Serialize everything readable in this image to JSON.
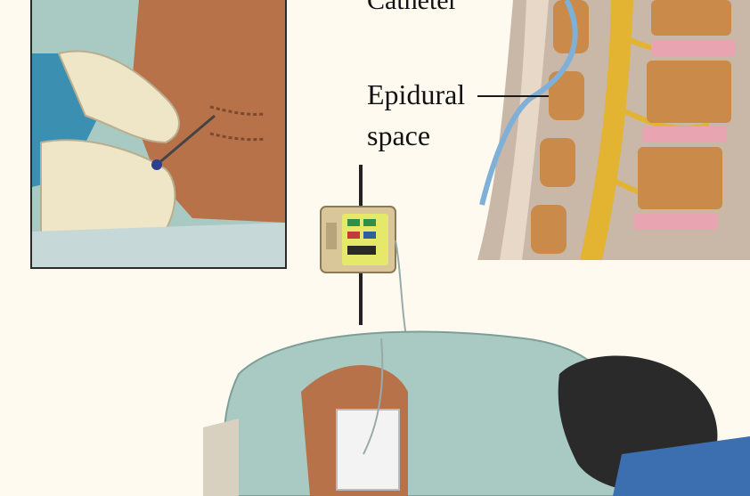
{
  "labels": {
    "catheter": "Catheter",
    "epidural_line1": "Epidural",
    "epidural_line2": "space"
  },
  "colors": {
    "background": "#fffaf0",
    "gown": "#a9c9c3",
    "skin": "#b8724a",
    "glove": "#efe6c8",
    "nerve": "#e2b432",
    "bone": "#c98a4a",
    "disc": "#e8a4b0",
    "catheter": "#7fb0d8",
    "pump": "#d9c79a",
    "hair": "#2a2a2a"
  }
}
